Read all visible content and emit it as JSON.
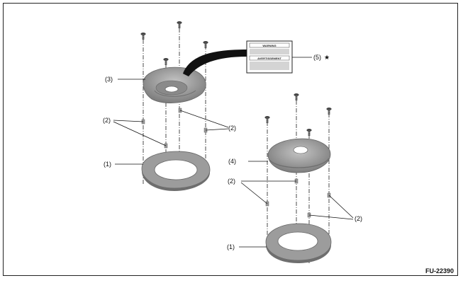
{
  "labels": {
    "ring_1_upper": "(1)",
    "ring_1_lower": "(1)",
    "clip_2_left_upper": "(2)",
    "clip_2_right_upper": "(2)",
    "clip_2_left_lower": "(2)",
    "clip_2_right_lower": "(2)",
    "cover_3": "(3)",
    "cover_4": "(4)",
    "label_5": "(5)",
    "star": "★"
  },
  "warning_label": {
    "line1": "WARNING",
    "line2": "AVERTISSEMENT"
  },
  "figure_code": "FU-22390",
  "colors": {
    "part_fill": "#9a9a9a",
    "part_dark": "#6e6e6e",
    "line": "#111111"
  }
}
